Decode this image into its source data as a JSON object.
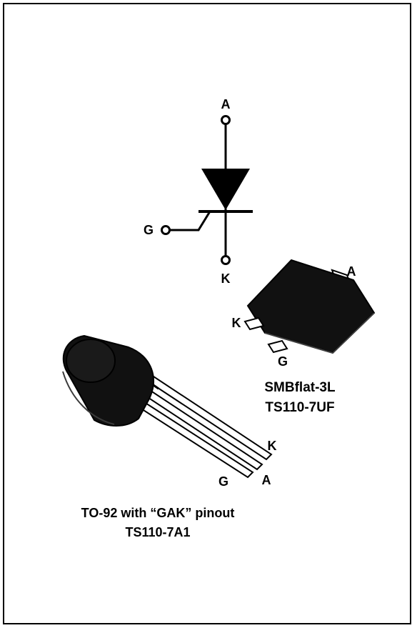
{
  "schematic": {
    "anode_label": "A",
    "gate_label": "G",
    "cathode_label": "K"
  },
  "smb_package": {
    "name": "SMBflat-3L",
    "part": "TS110-7UF",
    "pin_a": "A",
    "pin_k": "K",
    "pin_g": "G"
  },
  "to92_package": {
    "name": "TO-92 with “GAK” pinout",
    "part": "TS110-7A1",
    "pin_g": "G",
    "pin_a": "A",
    "pin_k": "K"
  },
  "colors": {
    "ink": "#000000",
    "body": "#111111",
    "pad": "#ffffff",
    "lead": "#ffffff"
  }
}
